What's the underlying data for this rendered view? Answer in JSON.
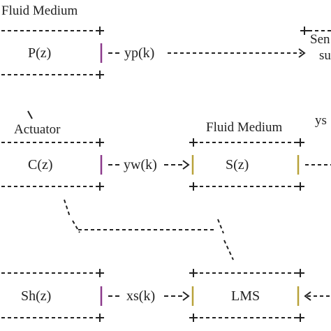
{
  "labels": {
    "fluid_medium_top": "Fluid Medium",
    "sensor_line1": "Sen",
    "sensor_line2": "su",
    "actuator": "Actuator",
    "fluid_medium_mid": "Fluid Medium",
    "ys_partial": "ys"
  },
  "blocks": {
    "p": "P(z)",
    "c": "C(z)",
    "s": "S(z)",
    "sh": "Sh(z)",
    "lms": "LMS"
  },
  "signals": {
    "yp": "yp(k)",
    "yw": "yw(k)",
    "xs": "xs(k)"
  },
  "colors": {
    "line": "#222222",
    "box_divider": "#8b3a8b",
    "s_divider": "#b8a23a",
    "background": "#ffffff"
  }
}
